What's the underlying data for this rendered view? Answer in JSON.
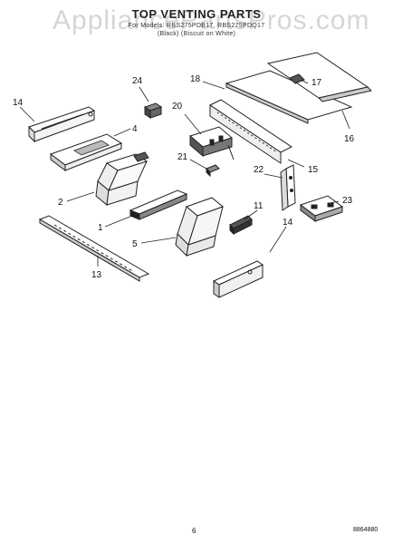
{
  "header": {
    "title": "TOP VENTING PARTS",
    "model_line": "For Models: RBS275PDB17, RBS275PDQ17",
    "color_line": "(Black)     (Biscuit on White)"
  },
  "watermark": "AppliancePartsPros.com",
  "callouts": {
    "c1": "1",
    "c2": "2",
    "c4": "4",
    "c5": "5",
    "c11": "11",
    "c13": "13",
    "c14a": "14",
    "c14b": "14",
    "c15": "15",
    "c16": "16",
    "c17": "17",
    "c18": "18",
    "c20": "20",
    "c21": "21",
    "c22": "22",
    "c23": "23",
    "c24": "24"
  },
  "footer": {
    "page_number": "6",
    "doc_code": "8864880"
  },
  "colors": {
    "line": "#222222",
    "shade": "#555555",
    "watermark": "#c9c9c9"
  }
}
